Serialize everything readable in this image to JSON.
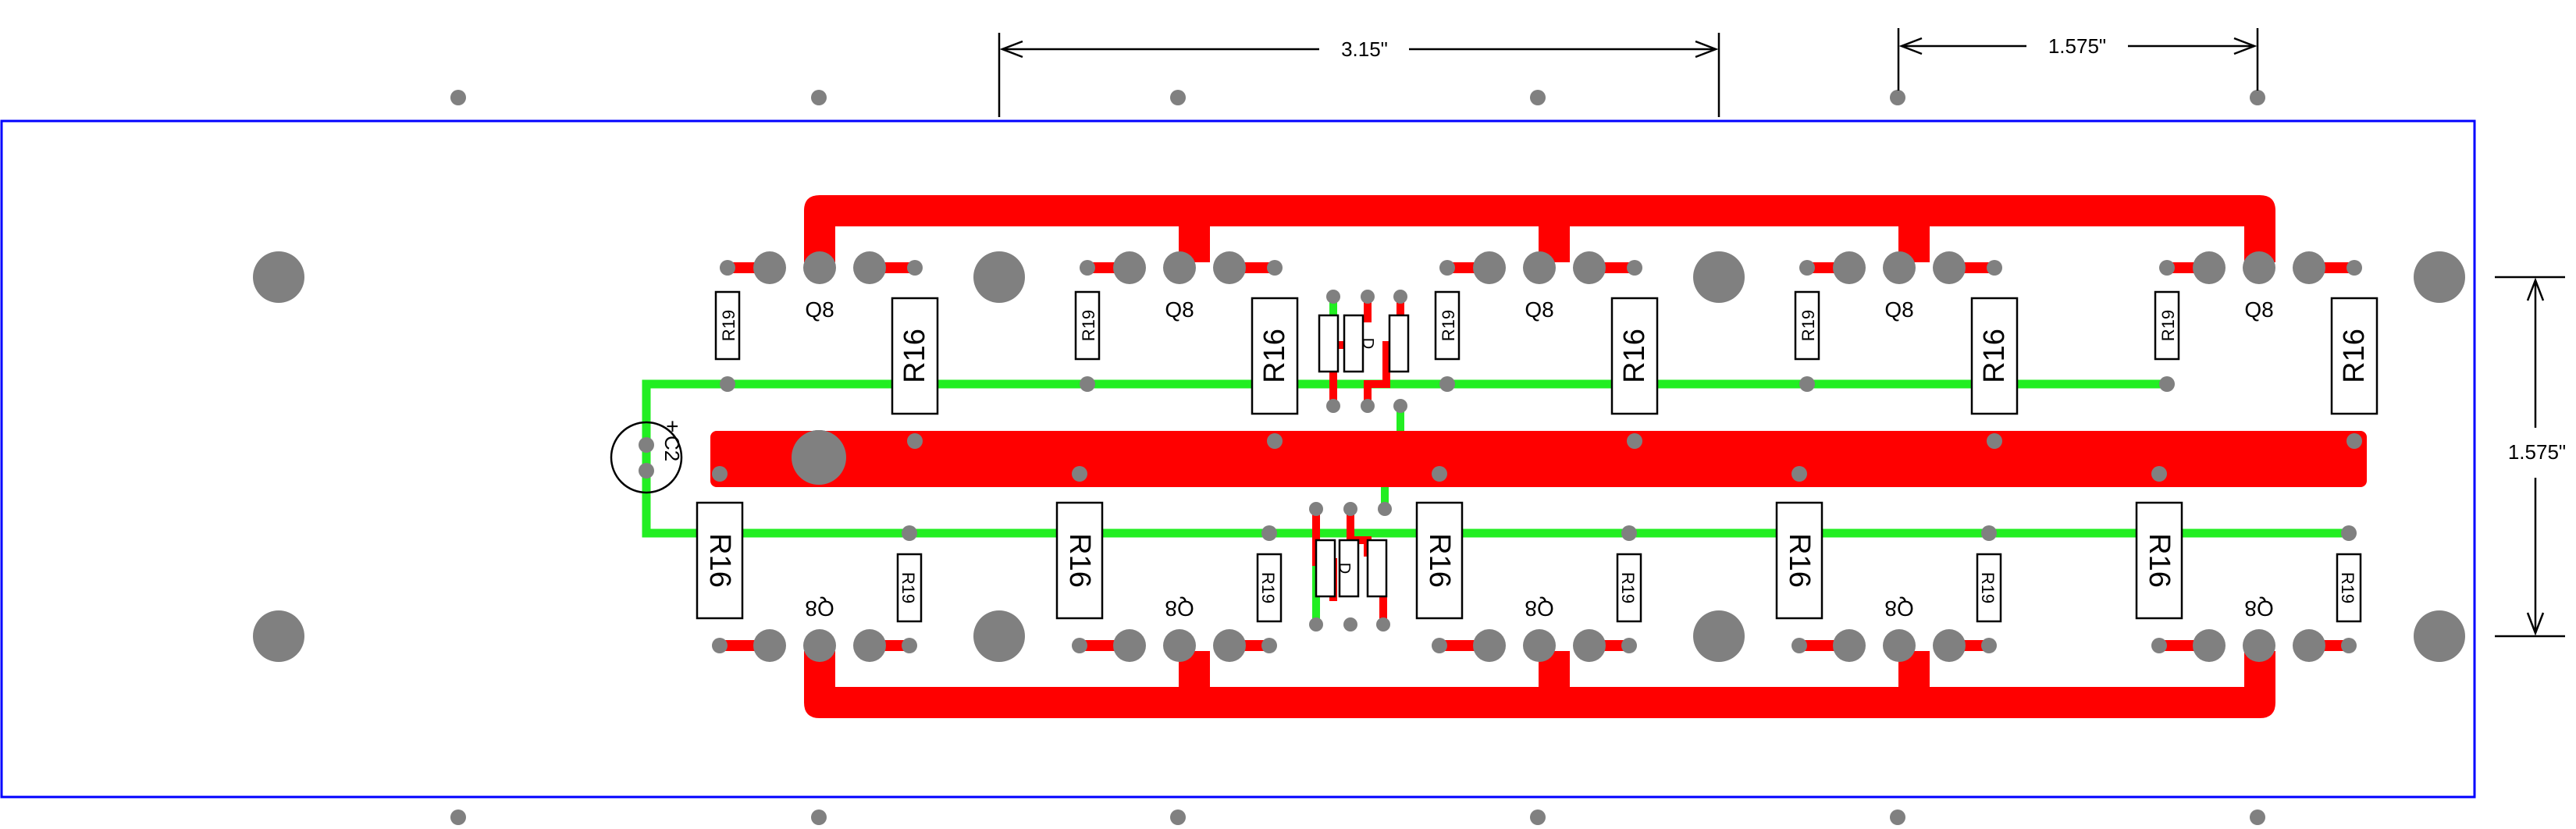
{
  "dimensions": {
    "top_wide": "3.15\"",
    "top_narrow": "1.575\"",
    "right_vertical": "1.575\""
  },
  "labels": {
    "transistor": "Q8",
    "resistor_large": "R16",
    "resistor_small": "R19",
    "capacitor": "C2",
    "capacitor_polarity": "+",
    "diode": "D"
  },
  "colors": {
    "board_outline": "#0000ff",
    "copper_top": "#ff0000",
    "copper_bottom": "#22ee22",
    "pad": "#808080",
    "silkscreen": "#000000"
  },
  "counts": {
    "transistors_per_row": 5,
    "resistor_pairs_per_row": 5
  }
}
